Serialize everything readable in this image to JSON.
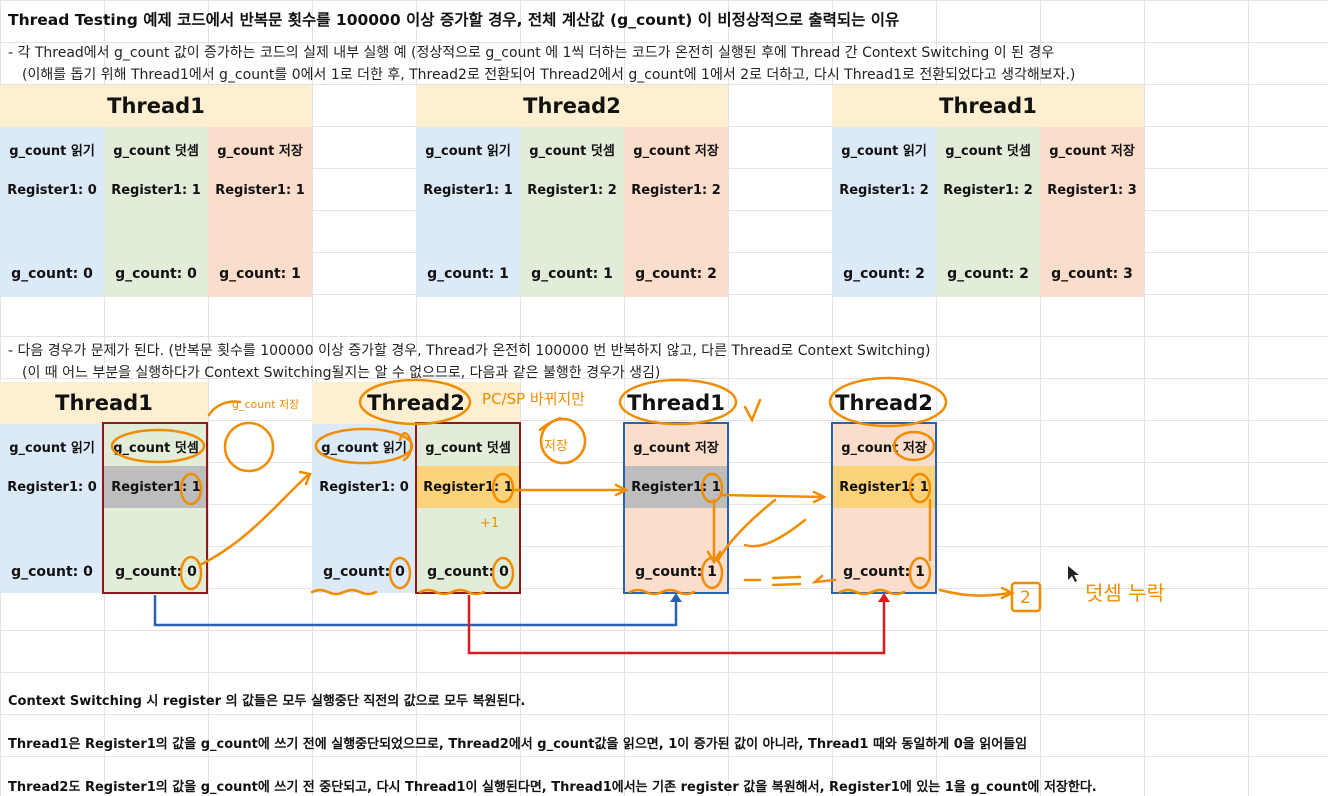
{
  "title": "Thread Testing 예제 코드에서 반복문 횟수를 100000 이상 증가할 경우, 전체 계산값 (g_count) 이 비정상적으로 출력되는 이유",
  "section1": {
    "line1": "- 각 Thread에서 g_count 값이 증가하는 코드의 실제 내부 실행 예 (정상적으로 g_count 에 1씩 더하는 코드가 온전히 실행된 후에 Thread 간 Context Switching 이 된 경우",
    "line2": "(이해를 돕기 위해 Thread1에서 g_count를 0에서 1로 더한 후, Thread2로 전환되어 Thread2에서 g_count에 1에서 2로 더하고, 다시 Thread1로 전환되었다고 생각해보자.)",
    "blocks": [
      {
        "thread": "Thread1",
        "cols": [
          {
            "op": "g_count 읽기",
            "reg": "Register1: 0",
            "gc": "g_count: 0"
          },
          {
            "op": "g_count 덧셈",
            "reg": "Register1: 1",
            "gc": "g_count: 0"
          },
          {
            "op": "g_count 저장",
            "reg": "Register1: 1",
            "gc": "g_count: 1"
          }
        ]
      },
      {
        "thread": "Thread2",
        "cols": [
          {
            "op": "g_count 읽기",
            "reg": "Register1: 1",
            "gc": "g_count: 1"
          },
          {
            "op": "g_count 덧셈",
            "reg": "Register1: 2",
            "gc": "g_count: 1"
          },
          {
            "op": "g_count 저장",
            "reg": "Register1: 2",
            "gc": "g_count: 2"
          }
        ]
      },
      {
        "thread": "Thread1",
        "cols": [
          {
            "op": "g_count 읽기",
            "reg": "Register1: 2",
            "gc": "g_count: 2"
          },
          {
            "op": "g_count 덧셈",
            "reg": "Register1: 2",
            "gc": "g_count: 2"
          },
          {
            "op": "g_count 저장",
            "reg": "Register1: 3",
            "gc": "g_count: 3"
          }
        ]
      }
    ]
  },
  "section2": {
    "line1": "- 다음 경우가 문제가 된다. (반복문 횟수를 100000 이상 증가할 경우, Thread가 온전히 100000 번 반복하지 않고, 다른 Thread로 Context Switching)",
    "line2": "(이 때 어느 부분을 실행하다가 Context Switching될지는 알 수 없으므로, 다음과 같은 불행한 경우가 생김)",
    "headers": [
      "Thread1",
      "Thread2",
      "Thread1",
      "Thread2"
    ],
    "cols": [
      {
        "op": "g_count 읽기",
        "reg": "Register1: 0",
        "gc": "g_count: 0"
      },
      {
        "op": "g_count 덧셈",
        "reg": "Register1: 1",
        "gc": "g_count: 0"
      },
      {
        "op": "g_count 읽기",
        "reg": "Register1: 0",
        "gc": "g_count: 0"
      },
      {
        "op": "g_count 덧셈",
        "reg": "Register1: 1",
        "gc": "g_count: 0"
      },
      {
        "op": "g_count 저장",
        "reg": "Register1: 1",
        "gc": "g_count: 1"
      },
      {
        "op": "g_count 저장",
        "reg": "Register1: 1",
        "gc": "g_count: 1"
      }
    ],
    "annotations": {
      "saved_note": "g_count 저장",
      "pcsp_note": "PC/SP 바뀌지만",
      "store_note": "저장",
      "plus_one": "+1",
      "equal": "=",
      "result_box": "2",
      "missing_add": "덧셈 누락"
    }
  },
  "bottom": {
    "line1": "Context Switching 시 register 의 값들은 모두 실행중단 직전의 값으로 모두 복원된다.",
    "line2": "Thread1은 Register1의 값을 g_count에 쓰기 전에 실행중단되었으므로, Thread2에서 g_count값을 읽으면, 1이 증가된 값이 아니라, Thread1 때와 동일하게 0을 읽어들임",
    "line3": "Thread2도 Register1의 값을 g_count에 쓰기 전 중단되고, 다시 Thread1이 실행된다면, Thread1에서는 기존 register 값을 복원해서, Register1에 있는 1을 g_count에 저장한다."
  },
  "colors": {
    "blue": "#dce9f6",
    "green": "#e2edd9",
    "peach": "#fbddcb",
    "header": "#fdefd0",
    "annot": "#f08c00",
    "redline": "#d91b1b",
    "blueline": "#2a62b0",
    "darkred": "#8b1a1a"
  }
}
